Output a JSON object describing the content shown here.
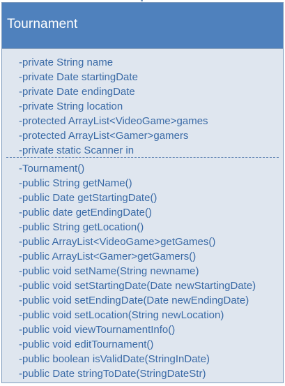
{
  "class_name": "Tournament",
  "attributes": [
    "-private String name",
    "-private Date startingDate",
    "-private Date endingDate",
    "-private String location",
    "-protected ArrayList<VideoGame>games",
    "-protected ArrayList<Gamer>gamers",
    "-private static Scanner in"
  ],
  "methods": [
    "-Tournament()",
    "-public String getName()",
    "-public Date getStartingDate()",
    "-public date getEndingDate()",
    "-public String getLocation()",
    "-public ArrayList<VideoGame>getGames()",
    "-public ArrayList<Gamer>getGamers()",
    "-public void setName(String newname)",
    "-public void setStartingDate(Date newStartingDate)",
    "-public void setEndingDate(Date newEndingDate)",
    "-public void setLocation(String newLocation)",
    "-public void viewTournamentInfo()",
    "-public void editTournament()",
    "-public boolean isValidDate(StringInDate)",
    "-public Date stringToDate(StringDateStr)"
  ],
  "colors": {
    "header_fill": "#4f81bd",
    "body_fill": "#dfe6ef",
    "text": "#3a6aa6",
    "border": "#7f9bbd"
  }
}
